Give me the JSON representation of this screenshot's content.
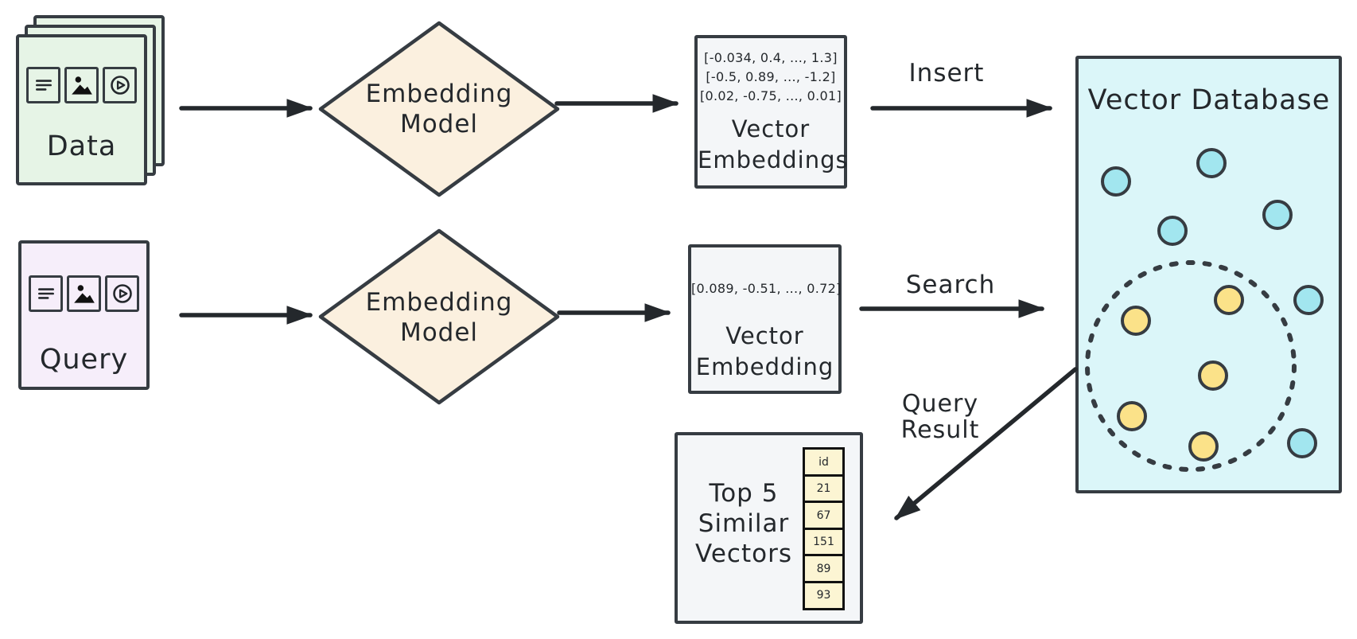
{
  "colors": {
    "bg": "#ffffff",
    "stroke": "#363c42",
    "arrow": "#24282c",
    "text": "#24282c",
    "data_fill": "#e6f4e6",
    "query_fill": "#f6eefa",
    "model_fill": "#fbf0df",
    "embed_fill": "#f4f6f8",
    "db_fill": "#dbf6f9",
    "cyan_dot": "#a2e6ef",
    "yellow_dot": "#fbe289",
    "cell_fill": "#fcf5d3"
  },
  "nodes": {
    "data": {
      "label": "Data"
    },
    "query": {
      "label": "Query"
    },
    "embedding_model_top": {
      "line1": "Embedding",
      "line2": "Model"
    },
    "embedding_model_bottom": {
      "line1": "Embedding",
      "line2": "Model"
    },
    "vector_embeddings": {
      "rows": [
        "[-0.034, 0.4, ..., 1.3]",
        "[-0.5, 0.89, ..., -1.2]",
        "[0.02, -0.75, ..., 0.01]"
      ],
      "line1": "Vector",
      "line2": "Embeddings"
    },
    "vector_embedding": {
      "rows": [
        "[0.089, -0.51, ..., 0.72]"
      ],
      "line1": "Vector",
      "line2": "Embedding"
    },
    "vector_database": {
      "label": "Vector Database"
    },
    "top5": {
      "line1": "Top 5",
      "line2": "Similar",
      "line3": "Vectors",
      "table": [
        "id",
        "21",
        "67",
        "151",
        "89",
        "93"
      ]
    }
  },
  "edges": {
    "insert": {
      "label": "Insert"
    },
    "search": {
      "label": "Search"
    },
    "query_result": {
      "line1": "Query",
      "line2": "Result"
    }
  }
}
